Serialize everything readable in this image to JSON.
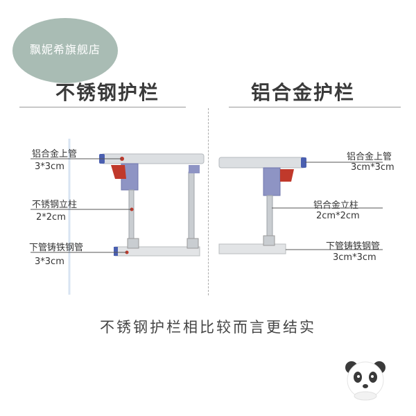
{
  "store": {
    "name": "飘妮希旗舰店"
  },
  "left": {
    "title": "不锈钢护栏",
    "labels": {
      "top_pipe": "铝合金上管",
      "top_size": "3*3cm",
      "post": "不锈钢立柱",
      "post_size": "2*2cm",
      "bottom_pipe": "下管铸铁钢管",
      "bottom_size": "3*3cm"
    }
  },
  "right": {
    "title": "铝合金护栏",
    "labels": {
      "top_pipe": "铝合金上管",
      "top_size": "3cm*3cm",
      "post": "铝合金立柱",
      "post_size": "2cm*2cm",
      "bottom_pipe": "下管铸铁钢管",
      "bottom_size": "3cm*3cm"
    }
  },
  "caption": "不锈钢护栏相比较而言更结实",
  "colors": {
    "badge": "#a9bcb4",
    "bracket": "#8e94c4",
    "accent_red": "#c0392b",
    "rail": "#d9dde0"
  },
  "icons": {
    "mascot": "panda-icon"
  }
}
